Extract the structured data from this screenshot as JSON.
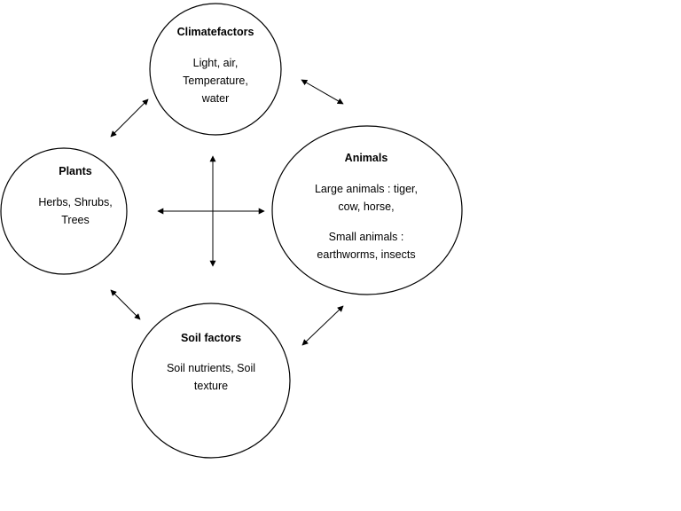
{
  "diagram": {
    "colors": {
      "stroke": "#000000",
      "background": "#ffffff",
      "text": "#000000"
    },
    "nodes": {
      "climate": {
        "title": "Climatefactors",
        "lines": [
          "Light, air,",
          "Temperature,",
          "water"
        ]
      },
      "plants": {
        "title": "Plants",
        "lines": [
          "Herbs, Shrubs,",
          "Trees"
        ]
      },
      "animals": {
        "title": "Animals",
        "lines": [
          "Large animals : tiger,",
          "cow, horse,",
          "Small animals :",
          "earthworms, insects"
        ]
      },
      "soil": {
        "title": "Soil factors",
        "lines": [
          "Soil nutrients, Soil",
          "texture"
        ]
      }
    }
  }
}
